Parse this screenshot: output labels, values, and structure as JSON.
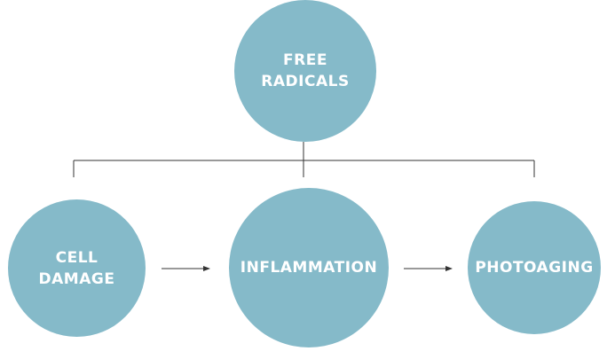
{
  "nodes": {
    "free_radicals": "FREE\nRADICALS",
    "cell_damage": "CELL\nDAMAGE",
    "inflammation": "INFLAMMATION",
    "photoaging": "PHOTOAGING"
  },
  "colors": {
    "node_fill": "#85bac9",
    "node_text": "#ffffff",
    "line": "#333333"
  }
}
